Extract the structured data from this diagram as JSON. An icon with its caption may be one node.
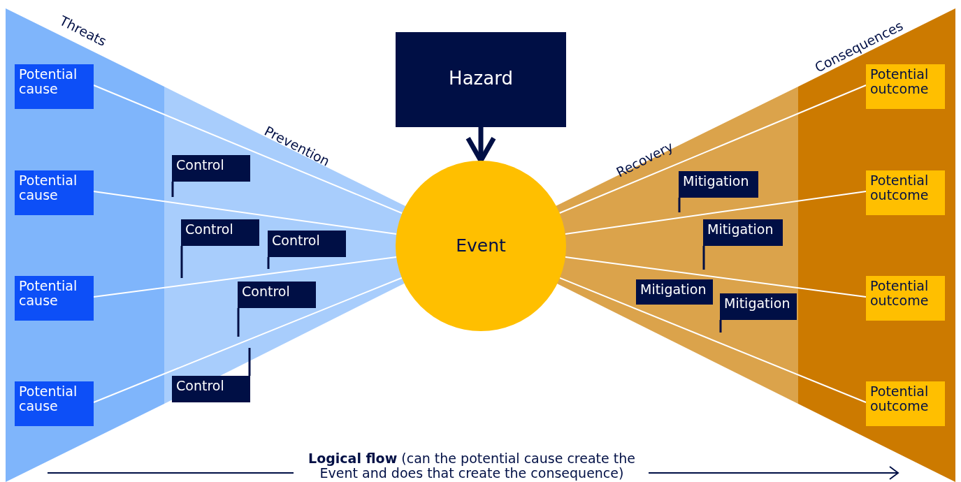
{
  "diagram": {
    "nodes": [
      {
        "text": [
          "Potential cause"
        ]
      },
      {
        "text": [
          "Potential cause"
        ]
      },
      {
        "text": [
          "Potential cause"
        ]
      },
      {
        "text": [
          "Potential cause"
        ]
      },
      {
        "text": [
          "Hazard"
        ]
      },
      {
        "text": [
          "Event"
        ]
      },
      {
        "text": [
          "Control"
        ]
      },
      {
        "text": [
          "Control"
        ]
      },
      {
        "text": [
          "Control"
        ]
      },
      {
        "text": [
          "Control"
        ]
      },
      {
        "text": [
          "Control"
        ]
      },
      {
        "text": [
          "Mitigation"
        ]
      },
      {
        "text": [
          "Mitigation"
        ]
      },
      {
        "text": [
          "Mitigation"
        ]
      },
      {
        "text": [
          "Mitigation"
        ]
      },
      {
        "text": [
          "Potential outcome"
        ]
      },
      {
        "text": [
          "Potential outcome"
        ]
      },
      {
        "text": [
          "Potential outcome"
        ]
      },
      {
        "text": [
          "Potential outcome"
        ]
      }
    ],
    "edges": [
      {
        "from": 0,
        "to": 5,
        "arrow": "none"
      },
      {
        "from": 1,
        "to": 5,
        "arrow": "none"
      },
      {
        "from": 2,
        "to": 5,
        "arrow": "none"
      },
      {
        "from": 3,
        "to": 5,
        "arrow": "none"
      },
      {
        "from": 4,
        "to": 5,
        "arrow": "to",
        "style": "thick",
        "color": "#000f45"
      },
      {
        "from": 5,
        "to": 15,
        "arrow": "none"
      },
      {
        "from": 5,
        "to": 16,
        "arrow": "none"
      },
      {
        "from": 5,
        "to": 17,
        "arrow": "none"
      },
      {
        "from": 5,
        "to": 18,
        "arrow": "none"
      }
    ],
    "labels": [
      "Threats",
      "Consequences",
      "Prevention",
      "Recovery",
      "**Logical flow** (can the potential cause create the Event and does that create the consequence)"
    ]
  }
}
